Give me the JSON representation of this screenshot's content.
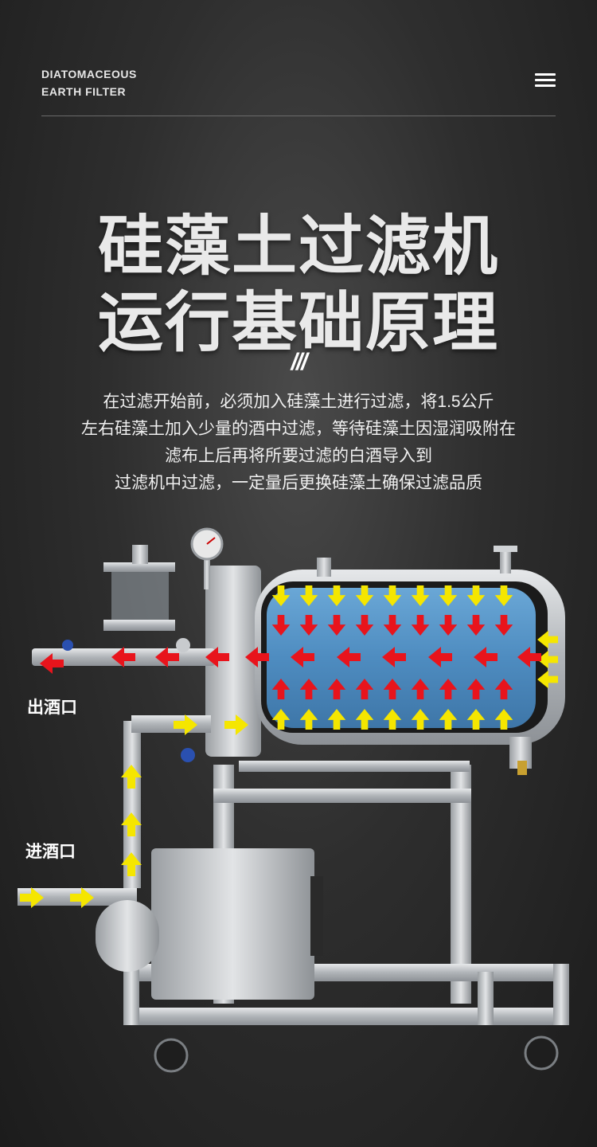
{
  "header": {
    "brand_line1": "DIATOMACEOUS",
    "brand_line2": "EARTH FILTER",
    "menu_icon": "hamburger-menu-icon"
  },
  "hero": {
    "title_line1": "硅藻土过滤机",
    "title_line2": "运行基础原理",
    "quote_mark": "///",
    "description": [
      "在过滤开始前，必须加入硅藻土进行过滤，将1.5公斤",
      "左右硅藻土加入少量的酒中过滤，等待硅藻土因湿润吸附在",
      "滤布上后再将所要过滤的白酒导入到",
      "过滤机中过滤，一定量后更换硅藻土确保过滤品质"
    ]
  },
  "diagram": {
    "outlet_label": "出酒口",
    "inlet_label": "进酒口",
    "colors": {
      "inflow_arrow": "#f5e600",
      "outflow_arrow": "#e8141c",
      "filter_media": "#5a96c8",
      "steel": "#bfc3c6"
    }
  }
}
